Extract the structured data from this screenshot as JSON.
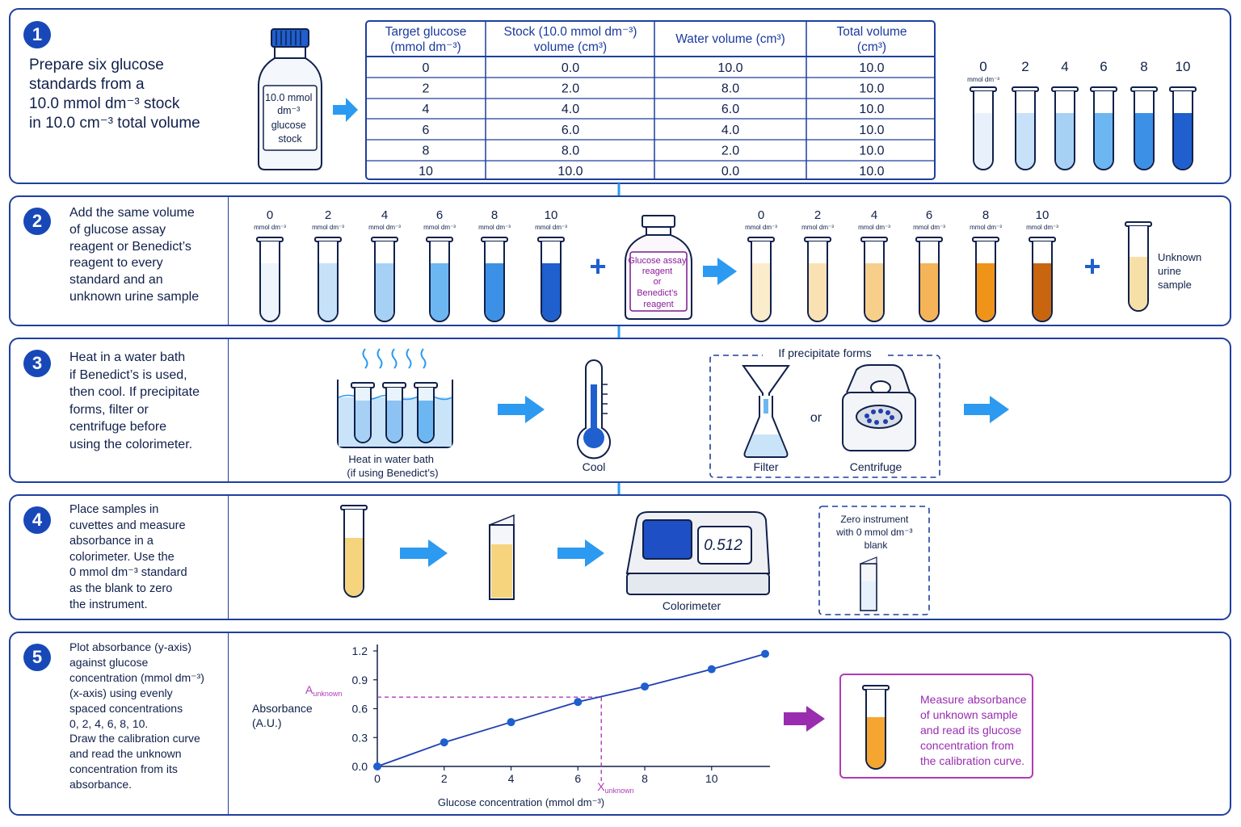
{
  "step1": {
    "number": "1",
    "text": "Prepare six glucose\nstandards from a\n10.0 mmol dm⁻³ stock\nin 10.0 cm⁻³ total volume",
    "bottle_label": [
      "10.0 mmol",
      "dm⁻³",
      "glucose",
      "stock"
    ],
    "table": {
      "headers": [
        [
          "Target glucose",
          "(mmol dm⁻³)"
        ],
        [
          "Stock (10.0 mmol dm⁻³)",
          "volume (cm³)"
        ],
        [
          "Water volume (cm³)"
        ],
        [
          "Total volume",
          "(cm³)"
        ]
      ],
      "rows": [
        [
          "0",
          "0.0",
          "10.0",
          "10.0"
        ],
        [
          "2",
          "2.0",
          "8.0",
          "10.0"
        ],
        [
          "4",
          "4.0",
          "6.0",
          "10.0"
        ],
        [
          "6",
          "6.0",
          "4.0",
          "10.0"
        ],
        [
          "8",
          "8.0",
          "2.0",
          "10.0"
        ],
        [
          "10",
          "10.0",
          "0.0",
          "10.0"
        ]
      ]
    },
    "tube_labels": [
      "0",
      "2",
      "4",
      "6",
      "8",
      "10"
    ],
    "tube_unit": "mmol dm⁻³",
    "tube_colors": [
      "#e8f1fb",
      "#c7e1f8",
      "#a6d1f5",
      "#6cb7f2",
      "#3c90e6",
      "#1f5fce"
    ]
  },
  "step2": {
    "number": "2",
    "text": "Add the same volume\nof glucose assay\nreagent or Benedict’s\nreagent to every\nstandard and an\nunknown urine sample",
    "tube_labels": [
      "0",
      "2",
      "4",
      "6",
      "8",
      "10"
    ],
    "tube_unit": "mmol dm⁻³",
    "blue_colors": [
      "#eef4fb",
      "#c7e1f8",
      "#a6d1f5",
      "#6cb7f2",
      "#3c90e6",
      "#1f5fce"
    ],
    "reagent_label": [
      "Glucose assay",
      "reagent",
      "or",
      "Benedict’s",
      "reagent"
    ],
    "reacted_colors": [
      "#fbeccb",
      "#f9e1b4",
      "#f7cf8a",
      "#f5b457",
      "#f09319",
      "#c8650e"
    ],
    "unknown_label": [
      "Unknown",
      "urine",
      "sample"
    ],
    "unknown_color": "#f7e0a8"
  },
  "step3": {
    "number": "3",
    "text": "Heat in a water bath\nif Benedict’s is used,\nthen cool. If precipitate\nforms, filter or\ncentrifuge before\nusing the colorimeter.",
    "bath_caption": [
      "Heat in water bath",
      "(if using Benedict’s)"
    ],
    "cool_caption": "Cool",
    "box_title": "If precipitate forms",
    "filter_caption": "Filter",
    "or_text": "or",
    "centrifuge_caption": "Centrifuge"
  },
  "step4": {
    "number": "4",
    "text": "Place samples in\ncuvettes and measure\nabsorbance in a\ncolorimeter. Use the\n0 mmol dm⁻³ standard\nas the blank to zero\nthe instrument.",
    "display_value": "0.512",
    "colorimeter_caption": "Colorimeter",
    "zero_caption": [
      "Zero instrument",
      "with 0 mmol dm⁻³",
      "blank"
    ]
  },
  "step5": {
    "number": "5",
    "text": "Plot absorbance (y-axis)\nagainst glucose\nconcentration (mmol dm⁻³)\n(x-axis) using evenly\nspaced concentrations\n0, 2, 4, 6, 8, 10.\nDraw the calibration curve\nand read the unknown\nconcentration from its\nabsorbance.",
    "note": "Measure absorbance\nof unknown sample\nand read its glucose\nconcentration from\nthe calibration curve."
  },
  "chart_data": {
    "type": "line",
    "x": [
      0,
      2,
      4,
      6,
      8,
      10,
      11.6
    ],
    "y": [
      0.0,
      0.25,
      0.46,
      0.67,
      0.83,
      1.01,
      1.17
    ],
    "xlabel": "Glucose concentration (mmol dm⁻³)",
    "ylabel": [
      "Absorbance",
      "(A.U.)"
    ],
    "xticks": [
      "0",
      "2",
      "4",
      "6",
      "8",
      "10"
    ],
    "yticks": [
      "0.0",
      "0.3",
      "0.6",
      "0.9",
      "1.2"
    ],
    "xlim": [
      0,
      11.6
    ],
    "ylim": [
      0,
      1.2
    ],
    "unknown": {
      "a_label": "A",
      "a_sub": "unknown",
      "x_label": "X",
      "x_sub": "unknown",
      "absorbance": 0.72,
      "concentration": 6.7
    },
    "colors": {
      "line": "#1f3fb0",
      "marker": "#1f5fce",
      "guide": "#b03ab8"
    }
  }
}
